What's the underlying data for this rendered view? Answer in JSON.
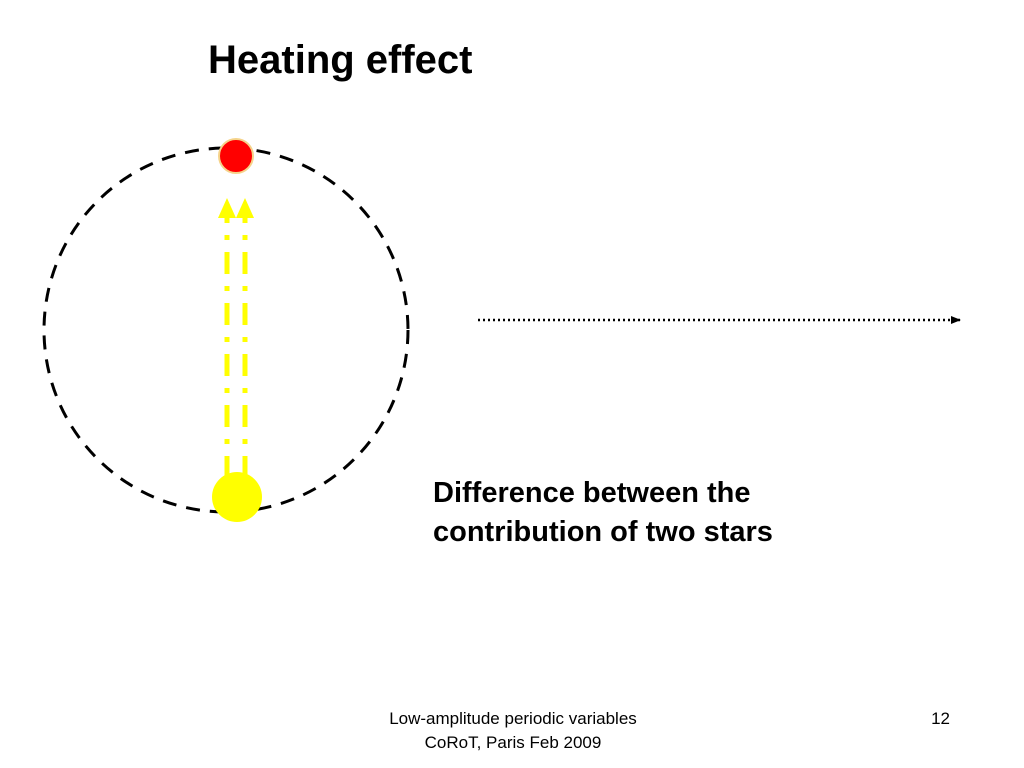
{
  "slide": {
    "title": "Heating effect",
    "caption": {
      "line1": "Difference between the",
      "line2": "contribution of two stars"
    },
    "footer": {
      "line1": "Low-amplitude periodic variables",
      "line2": "CoRoT, Paris Feb 2009"
    },
    "page_number": "12"
  },
  "colors": {
    "hot_star": "#ff0000",
    "cool_star": "#ffff00",
    "heating_arrows": "#ffff00",
    "orbit": "#000000"
  }
}
